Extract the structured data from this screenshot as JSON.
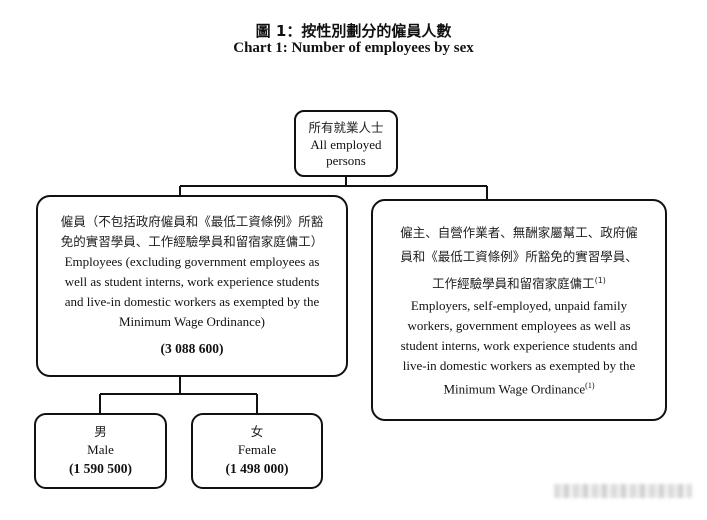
{
  "title": {
    "zh": "圖 1：按性別劃分的僱員人數",
    "en": "Chart 1: Number of employees by sex"
  },
  "nodes": {
    "root": {
      "zh": "所有就業人士",
      "en_line1": "All employed",
      "en_line2": "persons"
    },
    "employees": {
      "zh_line1": "僱員（不包括政府僱員和《最低工資條例》所豁",
      "zh_line2": "免的實習學員、工作經驗學員和留宿家庭傭工）",
      "en_line1": "Employees (excluding government employees as",
      "en_line2": "well as student interns, work experience students",
      "en_line3": "and live-in domestic workers as exempted by the",
      "en_line4": "Minimum Wage Ordinance)",
      "value": "(3 088 600)"
    },
    "others": {
      "zh_line1": "僱主、自營作業者、無酬家屬幫工、政府僱",
      "zh_line2": "員和《最低工資條例》所豁免的實習學員、",
      "zh_line3": "工作經驗學員和留宿家庭傭工",
      "zh_note": "(1)",
      "en_line1": "Employers, self-employed, unpaid family",
      "en_line2": "workers, government employees as well as",
      "en_line3": "student interns, work experience students and",
      "en_line4": "live-in domestic workers as exempted by the",
      "en_line5": "Minimum Wage Ordinance",
      "en_note": "(1)"
    },
    "male": {
      "zh": "男",
      "en": "Male",
      "value": "(1 590 500)"
    },
    "female": {
      "zh": "女",
      "en": "Female",
      "value": "(1 498 000)"
    }
  }
}
